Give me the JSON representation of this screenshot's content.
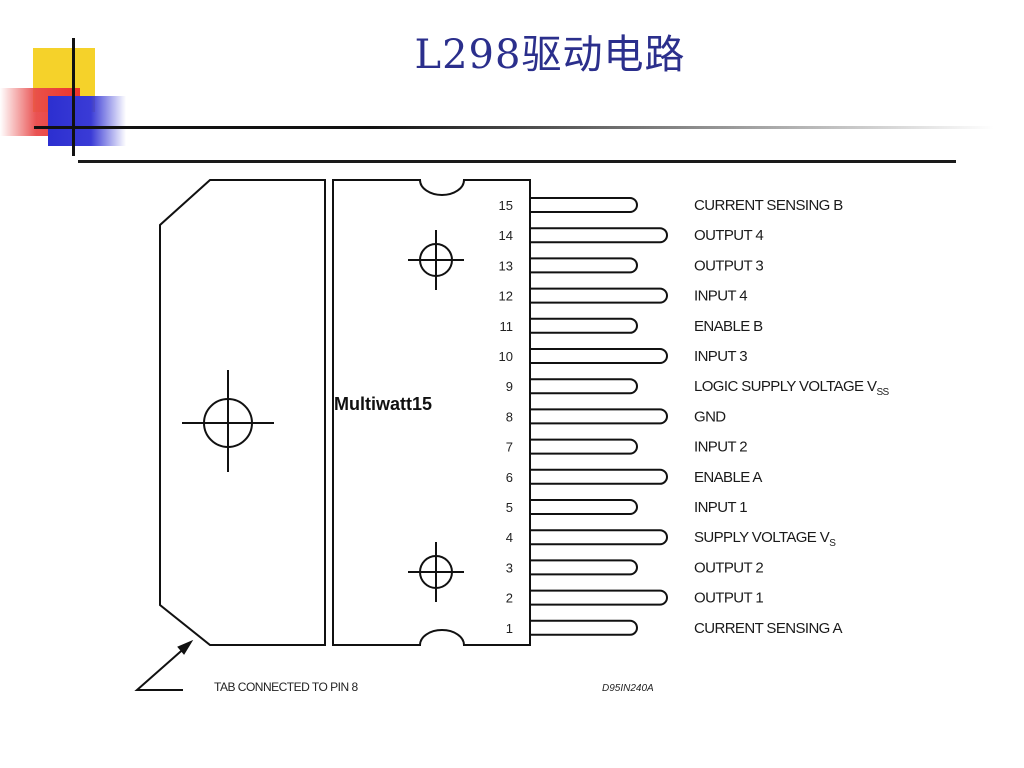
{
  "slide": {
    "title": "L298驱动电路"
  },
  "diagram": {
    "package_name": "Multiwatt15",
    "tab_note": "TAB CONNECTED TO PIN 8",
    "doc_code": "D95IN240A",
    "pins": [
      {
        "num": "15",
        "label": "CURRENT SENSING B",
        "sub": "",
        "long": false
      },
      {
        "num": "14",
        "label": "OUTPUT 4",
        "sub": "",
        "long": true
      },
      {
        "num": "13",
        "label": "OUTPUT 3",
        "sub": "",
        "long": false
      },
      {
        "num": "12",
        "label": "INPUT 4",
        "sub": "",
        "long": true
      },
      {
        "num": "11",
        "label": "ENABLE B",
        "sub": "",
        "long": false
      },
      {
        "num": "10",
        "label": "INPUT 3",
        "sub": "",
        "long": true
      },
      {
        "num": "9",
        "label": "LOGIC SUPPLY VOLTAGE V",
        "sub": "SS",
        "long": false
      },
      {
        "num": "8",
        "label": "GND",
        "sub": "",
        "long": true
      },
      {
        "num": "7",
        "label": "INPUT 2",
        "sub": "",
        "long": false
      },
      {
        "num": "6",
        "label": "ENABLE A",
        "sub": "",
        "long": true
      },
      {
        "num": "5",
        "label": "INPUT 1",
        "sub": "",
        "long": false
      },
      {
        "num": "4",
        "label": "SUPPLY VOLTAGE V",
        "sub": "S",
        "long": true
      },
      {
        "num": "3",
        "label": "OUTPUT 2",
        "sub": "",
        "long": false
      },
      {
        "num": "2",
        "label": "OUTPUT 1",
        "sub": "",
        "long": true
      },
      {
        "num": "1",
        "label": "CURRENT SENSING A",
        "sub": "",
        "long": false
      }
    ]
  }
}
